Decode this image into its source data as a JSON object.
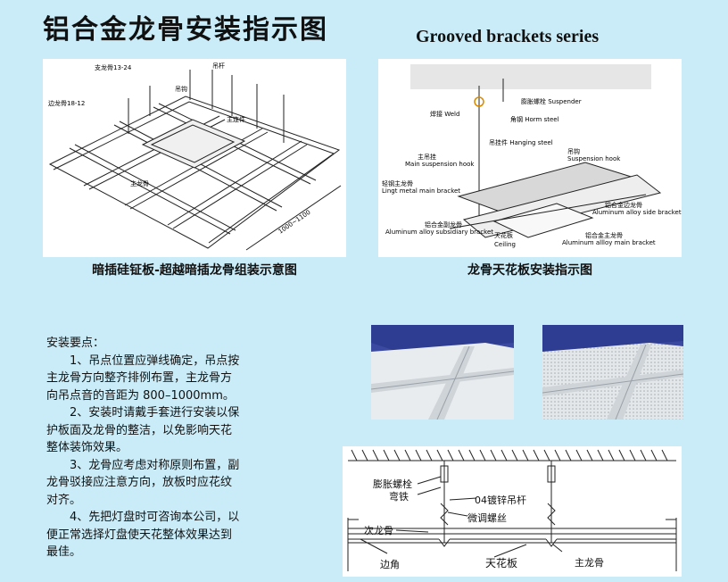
{
  "header": {
    "title_cn": "铝合金龙骨安装指示图",
    "title_en": "Grooved brackets series"
  },
  "left_diagram": {
    "labels": {
      "main_bone": "支龙骨13-24",
      "hanger_rod": "吊杆",
      "hanger_hook": "吊钩",
      "main_connector": "主连件",
      "edge_bone": "边龙骨18-12",
      "main_keel": "主龙骨",
      "dimension": "1000~1100"
    },
    "caption": "暗插硅钲板-超越暗插龙骨组装示意图"
  },
  "right_diagram": {
    "labels": {
      "suspender": "膨胀螺栓 Suspender",
      "weld": "焊接 Weld",
      "horm_steel": "角钢 Horm steel",
      "hanging_steel": "吊挂件 Hanging steel",
      "suspension_hook": "吊钩",
      "suspension_hook_en": "Suspension hook",
      "main_suspension_hook_cn": "主吊挂",
      "main_suspension_hook_en": "Main suspension hook",
      "light_main_cn": "轻钢主龙骨",
      "light_main_en": "Lingt metal main bracket",
      "side_bracket_cn": "铝合金边龙骨",
      "side_bracket_en": "Aluminum alloy side bracket",
      "subsidiary_cn": "铝合金副龙骨",
      "subsidiary_en": "Aluminum alloy subsidiary bracket",
      "ceiling_cn": "天花板",
      "ceiling_en": "Ceiling",
      "main_bracket_cn": "铝合金主龙骨",
      "main_bracket_en": "Aluminum allloy main bracket"
    },
    "caption": "龙骨天花板安装指示图"
  },
  "instructions": {
    "heading": "安装要点：",
    "lines": [
      "1、吊点位置应弹线确定，吊点按",
      "主龙骨方向整齐排例布置，主龙骨方",
      "向吊点音的音距为 800–1000mm。",
      "2、安装时请戴手套进行安装以保",
      "护板面及龙骨的整洁，以免影响天花",
      "整体装饰效果。",
      "3、龙骨应考虑对称原则布置，副",
      "龙骨驳接应注意方向，放板时应花纹",
      "对齐。",
      "4、先把灯盘时可咨询本公司，以",
      "便正常选择灯盘使天花整体效果达到",
      "最佳。"
    ]
  },
  "section_diagram": {
    "labels": {
      "expansion_bolt": "膨胀螺栓",
      "bent_iron": "弯铁",
      "rod": "04镀锌吊杆",
      "adjust_screw": "微调螺丝",
      "secondary_keel": "次龙骨",
      "edge": "边角",
      "ceiling": "天花板",
      "main_keel": "主龙骨"
    }
  },
  "colors": {
    "background": "#c9ecf8",
    "photo_blue": "#3b4aa0",
    "panel": "#ffffff"
  }
}
